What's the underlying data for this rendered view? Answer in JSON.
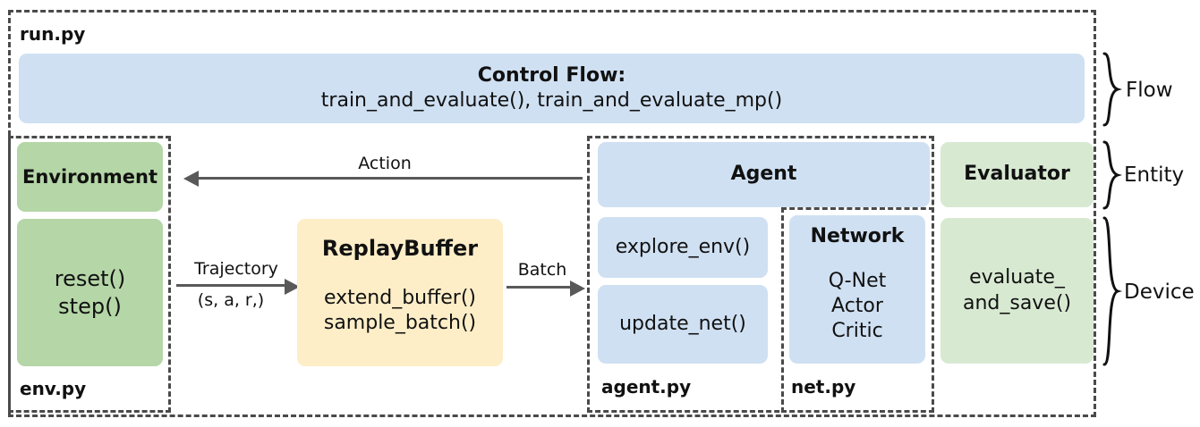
{
  "diagram": {
    "outer_module": "run.py",
    "control_flow": {
      "title": "Control Flow:",
      "functions": "train_and_evaluate(),  train_and_evaluate_mp()"
    },
    "env_module": {
      "file": "env.py",
      "entity": "Environment",
      "methods": "reset()\nstep()",
      "method_lines": [
        "reset()",
        "step()"
      ]
    },
    "replay_buffer": {
      "title": "ReplayBuffer",
      "method_lines": [
        "extend_buffer()",
        "sample_batch()"
      ]
    },
    "agent_module": {
      "file": "agent.py",
      "entity": "Agent",
      "methods": [
        "explore_env()",
        "update_net()"
      ]
    },
    "net_module": {
      "file": "net.py",
      "entity": "Network",
      "items": [
        "Q-Net",
        "Actor",
        "Critic"
      ]
    },
    "evaluator_module": {
      "entity": "Evaluator",
      "method_lines": [
        "evaluate_",
        "and_save()"
      ]
    },
    "arrows": {
      "action": "Action",
      "trajectory_top": "Trajectory",
      "trajectory_bottom": "(s, a, r,)",
      "batch": "Batch"
    },
    "brackets": {
      "flow": "Flow",
      "entity": "Entity",
      "device": "Device"
    },
    "colors": {
      "blue": "#cfe0f2",
      "green": "#b5d6a7",
      "green_light": "#d8e9d2",
      "yellow": "#fdeec8",
      "dash": "#4a4a4a",
      "arrow": "#595959",
      "text": "#111111"
    }
  }
}
